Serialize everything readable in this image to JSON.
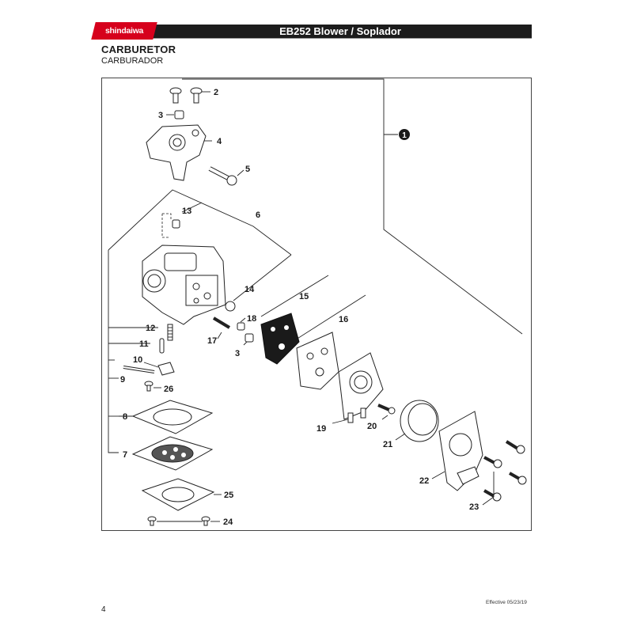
{
  "header": {
    "logo_text": "shindaiwa",
    "title": "EB252 Blower / Soplador"
  },
  "section": {
    "title": "CARBURETOR",
    "subtitle": "CARBURADOR"
  },
  "callouts": {
    "c1": "1",
    "c2": "2",
    "c3a": "3",
    "c3b": "3",
    "c4": "4",
    "c5": "5",
    "c6": "6",
    "c7": "7",
    "c8": "8",
    "c9": "9",
    "c10": "10",
    "c11": "11",
    "c12": "12",
    "c13": "13",
    "c14": "14",
    "c15": "15",
    "c16": "16",
    "c17": "17",
    "c18": "18",
    "c19": "19",
    "c20": "20",
    "c21": "21",
    "c22": "22",
    "c23": "23",
    "c24": "24",
    "c25": "25",
    "c26": "26"
  },
  "footer": {
    "page_number": "4",
    "effective": "Effective 05/23/19"
  }
}
